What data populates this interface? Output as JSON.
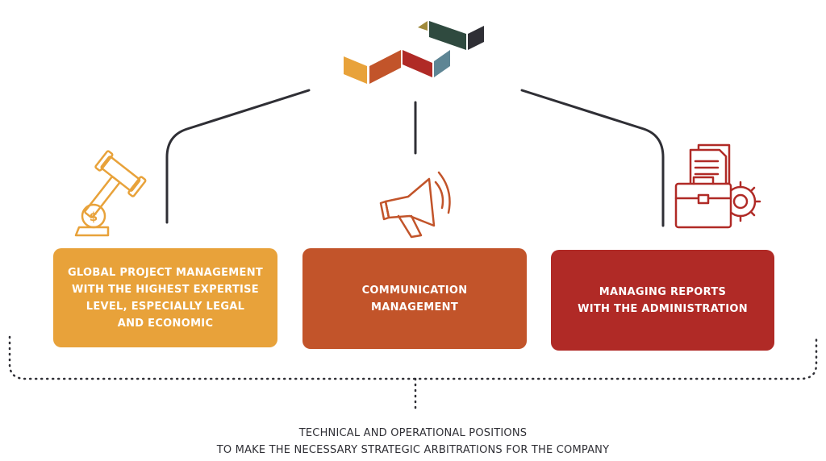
{
  "colors": {
    "orange": "#e8a23a",
    "rust": "#c2542a",
    "red": "#b02a26",
    "dark": "#2f2f35",
    "green": "#2f4a3f",
    "olive": "#a08a3c",
    "slate": "#5e8594"
  },
  "cards": [
    {
      "icon": "gavel-coin-icon",
      "lines": [
        "GLOBAL PROJECT MANAGEMENT",
        "WITH THE HIGHEST EXPERTISE",
        "LEVEL, ESPECIALLY LEGAL",
        "AND ECONOMIC"
      ]
    },
    {
      "icon": "megaphone-icon",
      "lines": [
        "COMMUNICATION",
        "MANAGEMENT"
      ]
    },
    {
      "icon": "briefcase-gear-icon",
      "lines": [
        "MANAGING REPORTS",
        "WITH THE ADMINISTRATION"
      ]
    }
  ],
  "caption": {
    "line1": "TECHNICAL AND OPERATIONAL POSITIONS",
    "line2": "TO MAKE THE NECESSARY STRATEGIC ARBITRATIONS FOR THE COMPANY"
  }
}
